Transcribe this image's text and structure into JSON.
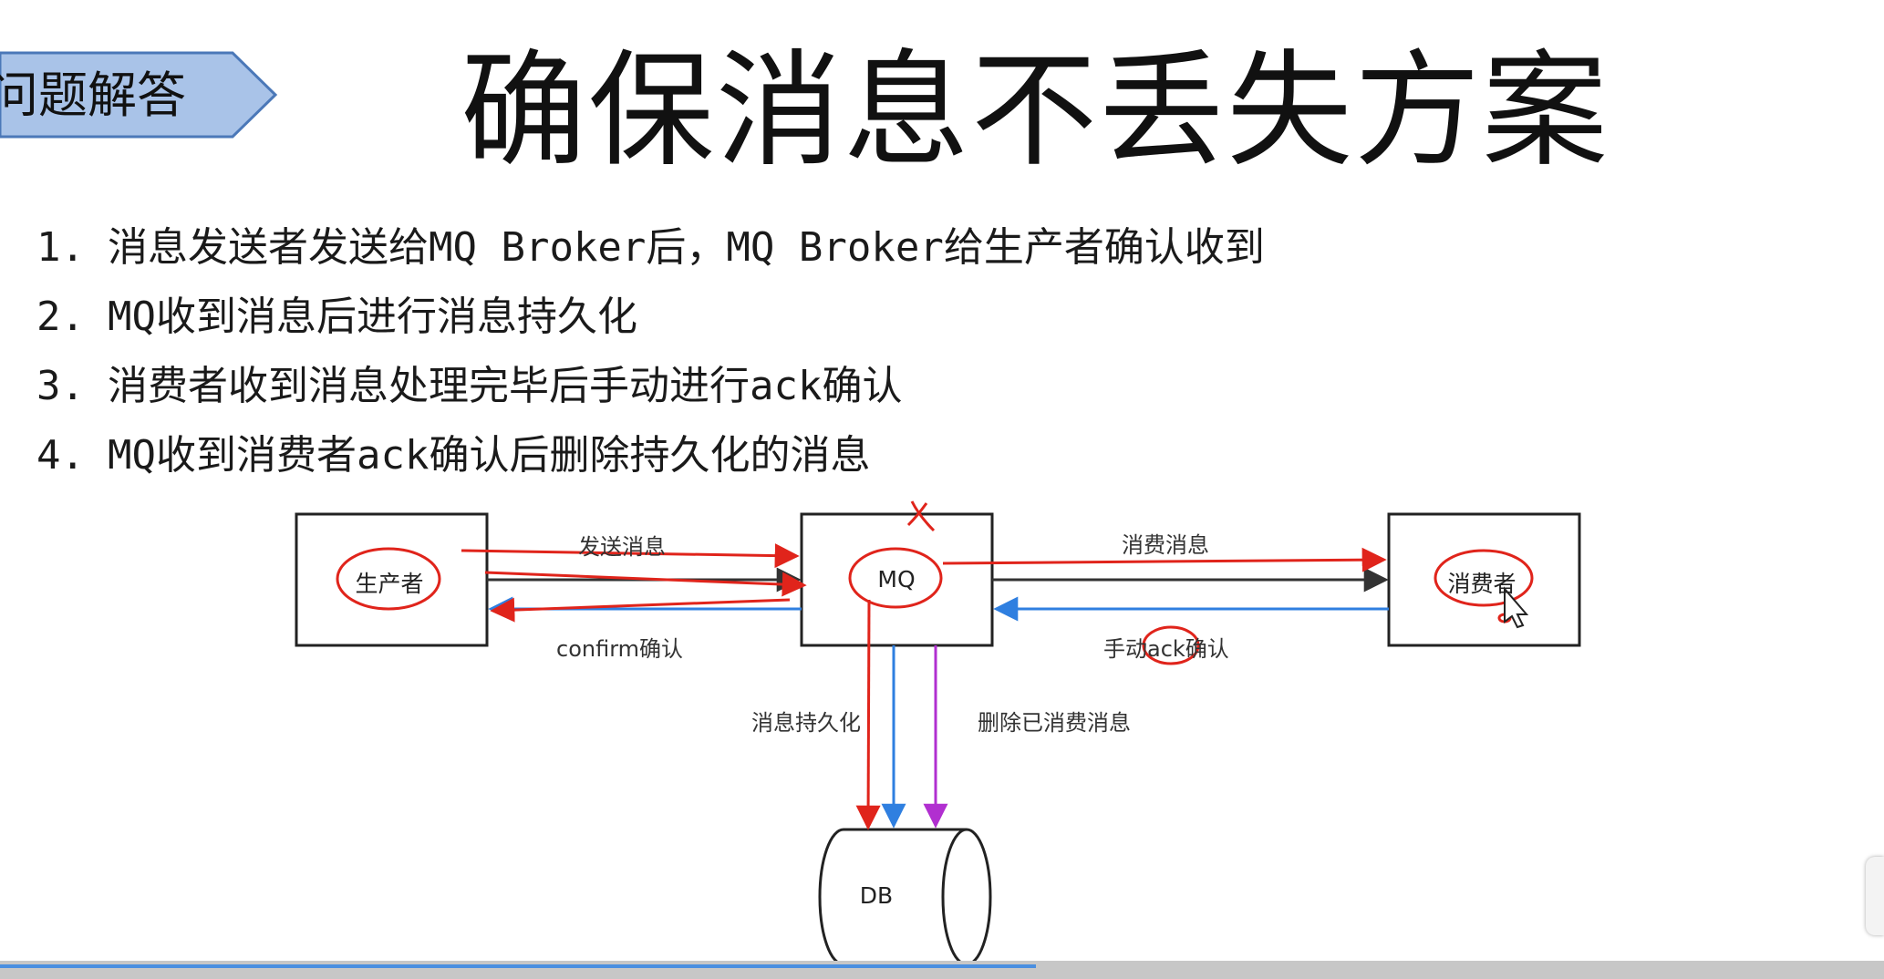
{
  "section_tag": "问题解答",
  "title": "确保消息不丢失方案",
  "points": [
    {
      "num": "1.",
      "text": "消息发送者发送给MQ Broker后，MQ Broker给生产者确认收到"
    },
    {
      "num": "2.",
      "text": "MQ收到消息后进行消息持久化"
    },
    {
      "num": "3.",
      "text": "消费者收到消息处理完毕后手动进行ack确认"
    },
    {
      "num": "4.",
      "text": "MQ收到消费者ack确认后删除持久化的消息"
    }
  ],
  "diagram": {
    "nodes": {
      "producer": "生产者",
      "mq": "MQ",
      "consumer": "消费者",
      "db": "DB"
    },
    "edges": {
      "send": "发送消息",
      "confirm": "confirm确认",
      "consume": "消费消息",
      "manual_ack": "手动ack确认",
      "persist": "消息持久化",
      "delete": "删除已消费消息"
    }
  },
  "colors": {
    "tag_fill": "#a9c3e8",
    "tag_stroke": "#4b78b8",
    "annotation_red": "#e0241b",
    "blue_arrow": "#2f7fe0",
    "purple_arrow": "#b12fd0",
    "black_arrow": "#333333"
  },
  "playback": {
    "progress": 0.55
  }
}
